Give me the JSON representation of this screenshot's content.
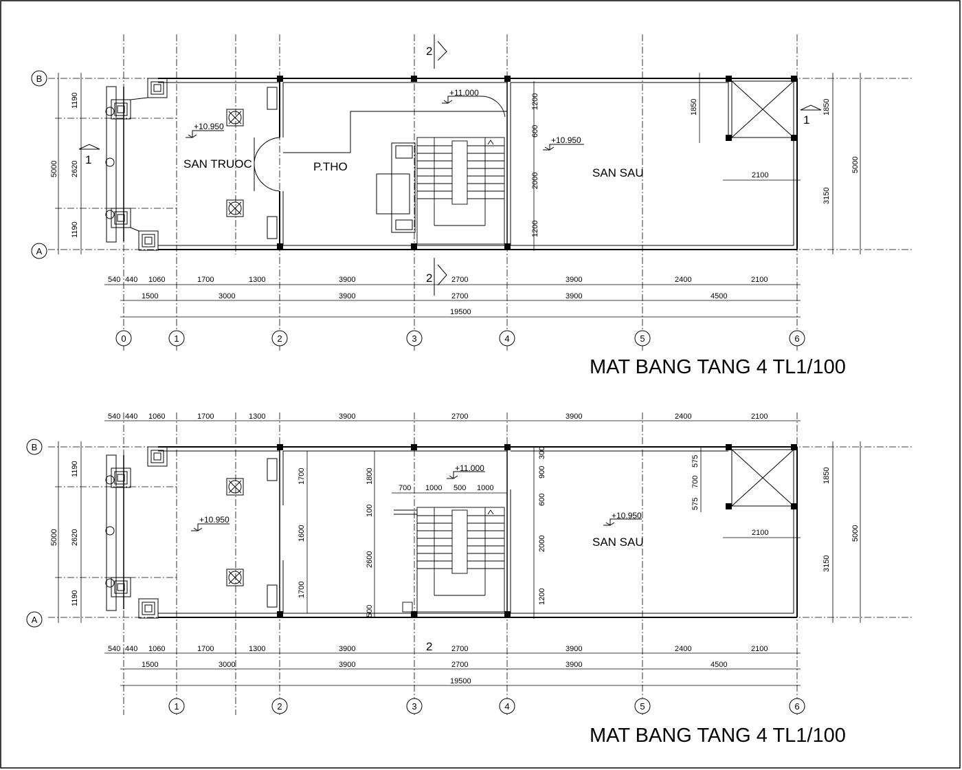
{
  "plans": [
    {
      "title": "MAT BANG TANG 4 TL1/100",
      "rooms": {
        "front": "SAN TRUOC",
        "worship": "P.THO",
        "rear": "SAN SAU"
      },
      "levels": {
        "front": "+10.950",
        "stair": "+11.000",
        "rear": "+10.950"
      },
      "axes_x": [
        "0",
        "1",
        "2",
        "3",
        "4",
        "5",
        "6"
      ],
      "axes_y": [
        "B",
        "A"
      ],
      "dims_top": [],
      "dims_bottom_detail": [
        "540",
        "440",
        "1060",
        "1700",
        "1300",
        "3900",
        "2700",
        "3900",
        "2400",
        "2100"
      ],
      "dims_bottom_mid": [
        "1500",
        "3000",
        "3900",
        "2700",
        "3900",
        "4500"
      ],
      "dims_total": "19500",
      "dims_left": [
        "1190",
        "2620",
        "1190"
      ],
      "dims_left_total": "5000",
      "dims_right": [
        "1850",
        "3150"
      ],
      "dims_right_total": "5000",
      "dims_void_left": "1850",
      "dims_void_width": "2100",
      "dims_mid_col": [
        "1200",
        "600",
        "2000",
        "1200"
      ],
      "section_marks": [
        "1",
        "1",
        "2",
        "2"
      ]
    },
    {
      "title": "MAT BANG TANG 4 TL1/100",
      "rooms": {
        "rear": "SAN SAU"
      },
      "levels": {
        "front": "+10.950",
        "stair": "+11.000",
        "rear": "+10.950"
      },
      "axes_x": [
        "1",
        "2",
        "3",
        "4",
        "5",
        "6"
      ],
      "axes_y": [
        "B",
        "A"
      ],
      "dims_top": [
        "540",
        "440",
        "1060",
        "1700",
        "1300",
        "3900",
        "2700",
        "3900",
        "2400",
        "2100"
      ],
      "dims_bottom_detail": [
        "540",
        "440",
        "1060",
        "1700",
        "1300",
        "3900",
        "2700",
        "3900",
        "2400",
        "2100"
      ],
      "dims_bottom_mid": [
        "1500",
        "3000",
        "3900",
        "2700",
        "3900",
        "4500"
      ],
      "dims_total": "19500",
      "dims_left": [
        "1190",
        "2620",
        "1190"
      ],
      "dims_left_total": "5000",
      "dims_right": [
        "1850",
        "3150"
      ],
      "dims_right_total": "5000",
      "dims_void_left": [
        "575",
        "700",
        "575"
      ],
      "dims_void_width": "2100",
      "dims_front_wall": [
        "1700",
        "1600",
        "1700"
      ],
      "dims_stair_left": [
        "1800",
        "100",
        "2600",
        "500"
      ],
      "dims_stair_top": [
        "700",
        "1000",
        "500",
        "1000"
      ],
      "dims_mid_col": [
        "300",
        "900",
        "600",
        "2000",
        "1200"
      ],
      "section_marks": [
        "2"
      ]
    }
  ]
}
